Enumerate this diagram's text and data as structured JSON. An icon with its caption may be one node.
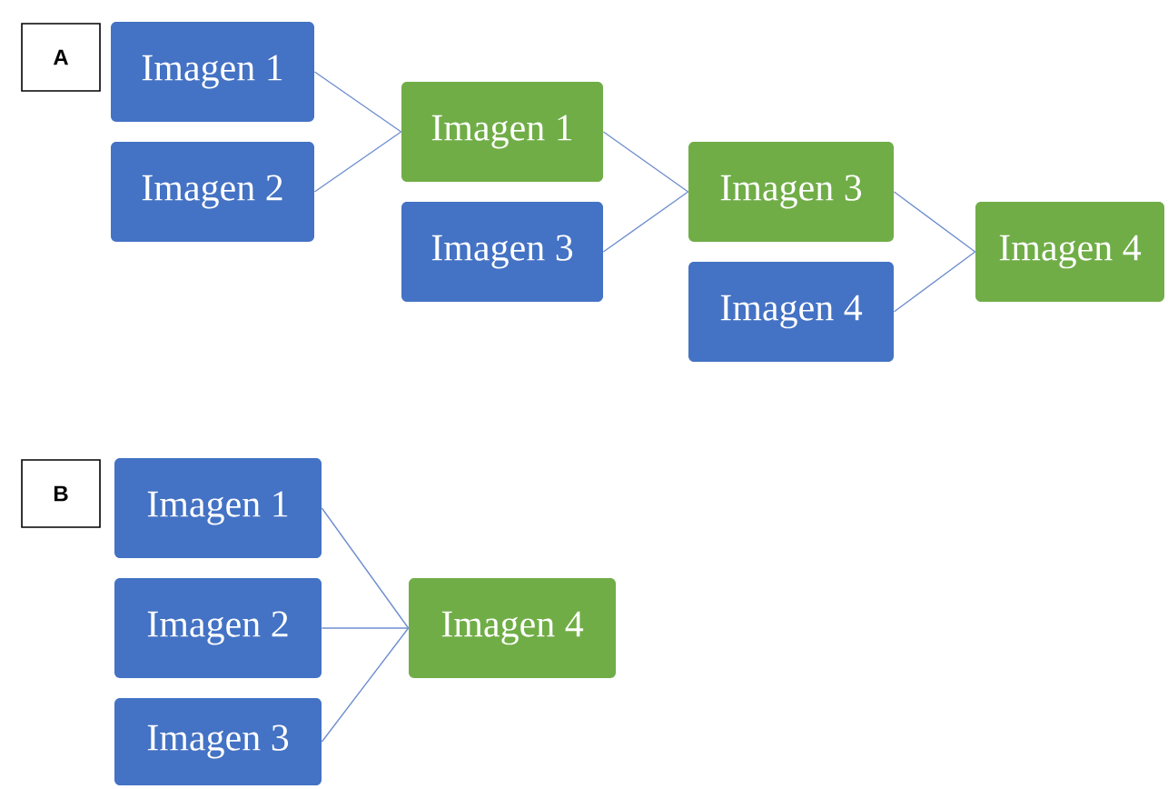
{
  "diagram": {
    "nodes": [
      {
        "text": [
          "A"
        ]
      },
      {
        "text": [
          "Imagen 1"
        ]
      },
      {
        "text": [
          "Imagen 2"
        ]
      },
      {
        "text": [
          "Imagen 1"
        ]
      },
      {
        "text": [
          "Imagen 3"
        ]
      },
      {
        "text": [
          "Imagen 3"
        ]
      },
      {
        "text": [
          "Imagen 4"
        ]
      },
      {
        "text": [
          "Imagen 4"
        ]
      },
      {
        "text": [
          "B"
        ]
      },
      {
        "text": [
          "Imagen 1"
        ]
      },
      {
        "text": [
          "Imagen 2"
        ]
      },
      {
        "text": [
          "Imagen 3"
        ]
      },
      {
        "text": [
          "Imagen 4"
        ]
      }
    ],
    "edges": [
      {
        "from": 1,
        "to": 3,
        "arrow": "none"
      },
      {
        "from": 2,
        "to": 3,
        "arrow": "none"
      },
      {
        "from": 3,
        "to": 5,
        "arrow": "none"
      },
      {
        "from": 4,
        "to": 5,
        "arrow": "none"
      },
      {
        "from": 5,
        "to": 7,
        "arrow": "none"
      },
      {
        "from": 6,
        "to": 7,
        "arrow": "none"
      },
      {
        "from": 9,
        "to": 12,
        "arrow": "none"
      },
      {
        "from": 10,
        "to": 12,
        "arrow": "none"
      },
      {
        "from": 11,
        "to": 12,
        "arrow": "none"
      }
    ]
  }
}
